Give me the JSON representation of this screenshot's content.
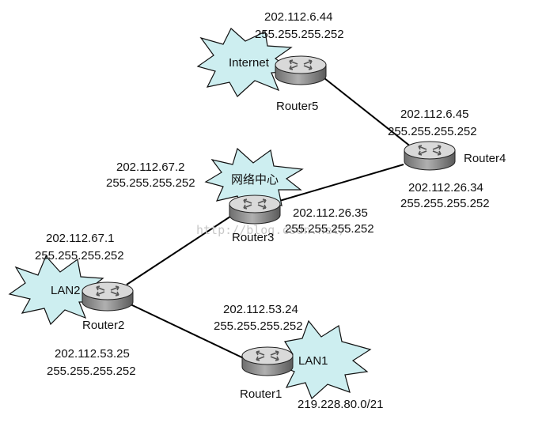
{
  "routers": [
    {
      "id": "router5",
      "label": "Router5"
    },
    {
      "id": "router4",
      "label": "Router4"
    },
    {
      "id": "router3",
      "label": "Router3"
    },
    {
      "id": "router2",
      "label": "Router2"
    },
    {
      "id": "router1",
      "label": "Router1"
    }
  ],
  "clouds": {
    "internet": "Internet",
    "center": "网络中心",
    "lan2": "LAN2",
    "lan1": "LAN1"
  },
  "addresses": {
    "r5_ip": "202.112.6.44",
    "r5_mask": "255.255.255.252",
    "r4_ip_a": "202.112.6.45",
    "r4_mask_a": "255.255.255.252",
    "r4_ip_b": "202.112.26.34",
    "r4_mask_b": "255.255.255.252",
    "r3_ip_a": "202.112.67.2",
    "r3_mask_a": "255.255.255.252",
    "r3_ip_b": "202.112.26.35",
    "r3_mask_b": "255.255.255.252",
    "r2_ip_a": "202.112.67.1",
    "r2_mask_a": "255.255.255.252",
    "r2_ip_b": "202.112.53.25",
    "r2_mask_b": "255.255.255.252",
    "r1_ip": "202.112.53.24",
    "r1_mask": "255.255.255.252",
    "lan1_net": "219.228.80.0/21"
  },
  "watermark": "http://blog.csdn.net/",
  "colors": {
    "cloud_fill": "#cdeef0",
    "router_top": "#d9d9d9",
    "router_body": "#8a8a8a"
  }
}
